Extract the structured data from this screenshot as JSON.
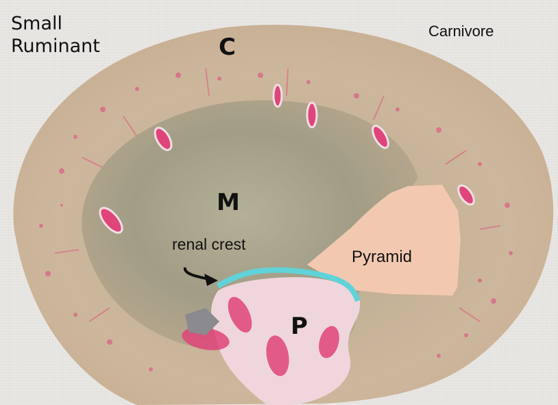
{
  "labels": {
    "species_left_line1": "Small",
    "species_left_line2": "Ruminant",
    "species_right": "Carnivore",
    "cortex": "C",
    "medulla": "M",
    "pelvis": "P",
    "renal_crest": "renal crest",
    "pyramid": "Pyramid"
  },
  "colors": {
    "background": "#e7e5e2",
    "cortex": "#c9b59a",
    "medulla": "#a9a48c",
    "stain": "#e0457a",
    "pyramid_overlay": "#f2c9b0",
    "renal_crest_line": "#5fd3d9",
    "pelvis": "#efd6dc"
  }
}
